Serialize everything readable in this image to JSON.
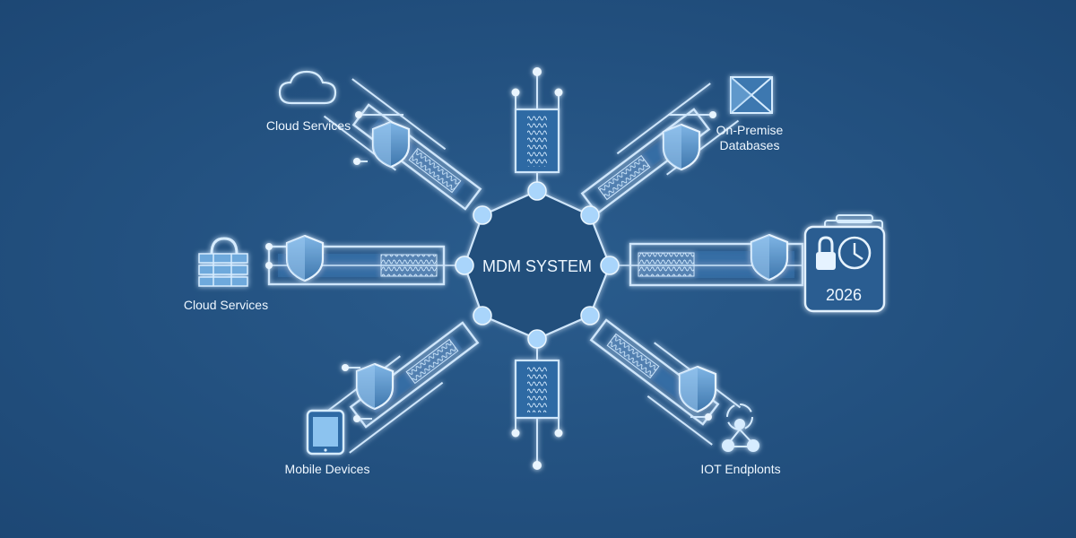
{
  "center": {
    "label": "MDM SYSTEM"
  },
  "nodes": {
    "cloud_top": {
      "label": "Cloud Services",
      "icon": "cloud-icon"
    },
    "onprem": {
      "lines": [
        "On-Premise",
        "Databases"
      ],
      "icon": "database-envelope-icon"
    },
    "cloud_left": {
      "label": "Cloud Services",
      "icon": "server-stack-icon"
    },
    "badge": {
      "year": "2026",
      "icon": "lock-clock-icon"
    },
    "mobile": {
      "label": "Mobile Devices",
      "icon": "tablet-icon"
    },
    "iot": {
      "label": "IOT Endplonts",
      "icon": "iot-network-icon"
    }
  },
  "colors": {
    "background": "#22517f",
    "line": "#cfe6fb",
    "glow": "#7fc4ff",
    "shield_fill": "#5b93c6"
  }
}
